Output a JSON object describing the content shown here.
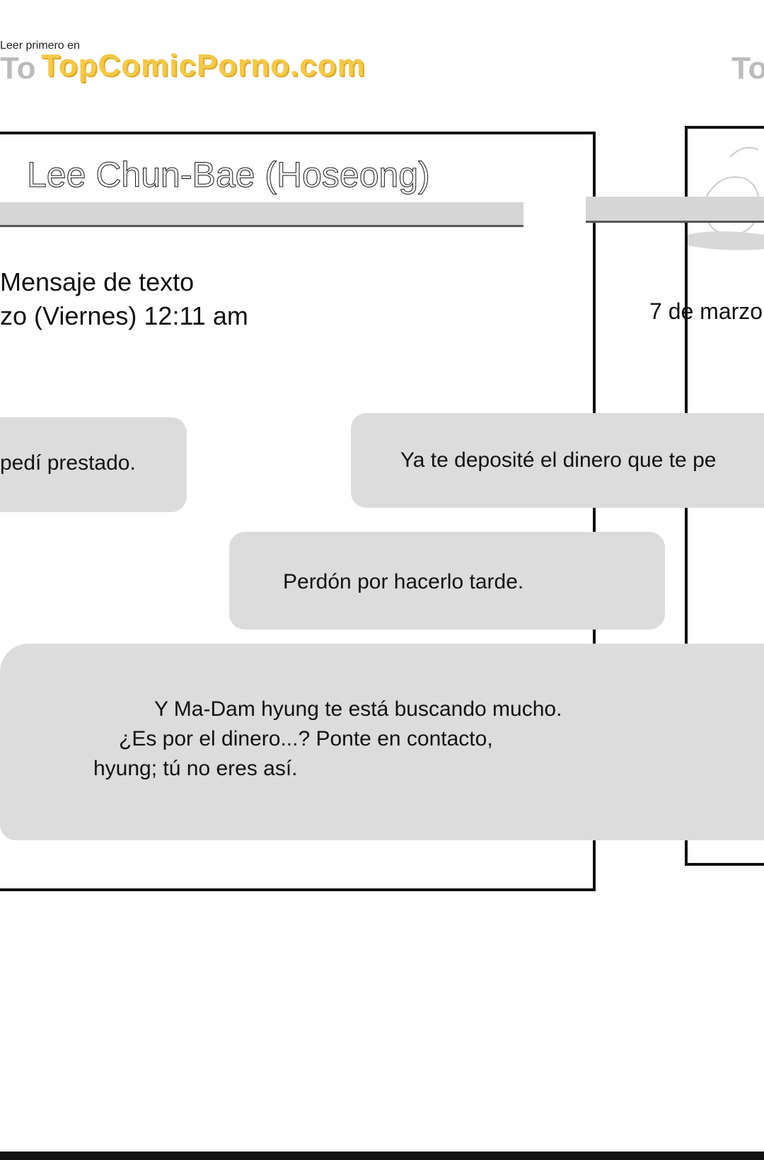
{
  "watermark": {
    "small": "Leer primero en",
    "big": "TopComicPorno.com",
    "grey_left": "To",
    "grey_right": "To"
  },
  "header": {
    "contact_name": "Lee Chun-Bae (Hoseong)"
  },
  "meta": {
    "type_label": "Mensaje de texto",
    "date_left": "zo (Viernes) 12:11 am",
    "date_right": "7 de marzo"
  },
  "messages": [
    {
      "text": "pedí prestado."
    },
    {
      "text": "Ya te deposité el dinero que te pe"
    },
    {
      "text": "Perdón por hacerlo tarde."
    },
    {
      "lines": [
        "Y Ma-Dam hyung te está buscando mucho.",
        "¿Es por el dinero...? Ponte en contacto,",
        "hyung; tú no eres así."
      ]
    }
  ],
  "colors": {
    "bubble": "#dcdcdc",
    "watermark_accent": "#f2c94c",
    "border": "#111111"
  }
}
